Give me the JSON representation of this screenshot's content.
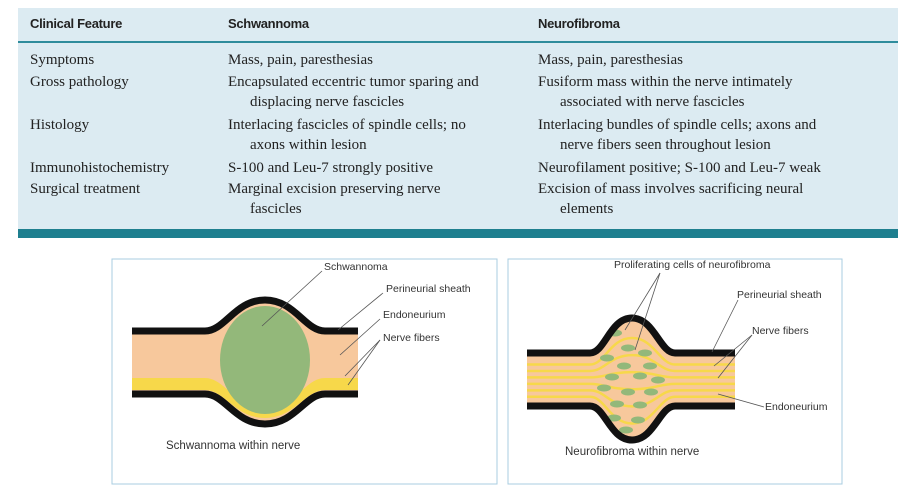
{
  "table": {
    "headers": [
      "Clinical Feature",
      "Schwannoma",
      "Neurofibroma"
    ],
    "rows": [
      {
        "feature": "Symptoms",
        "schwannoma": [
          "Mass, pain, paresthesias"
        ],
        "neurofibroma": [
          "Mass, pain, paresthesias"
        ]
      },
      {
        "feature": "Gross pathology",
        "schwannoma": [
          "Encapsulated eccentric tumor sparing and",
          "displacing nerve fascicles"
        ],
        "neurofibroma": [
          "Fusiform mass within the nerve intimately",
          "associated with nerve fascicles"
        ]
      },
      {
        "feature": "Histology",
        "schwannoma": [
          "Interlacing fascicles of spindle cells; no",
          "axons within lesion"
        ],
        "neurofibroma": [
          "Interlacing bundles of spindle cells; axons and",
          "nerve fibers seen throughout lesion"
        ]
      },
      {
        "feature": "Immunohistochemistry",
        "schwannoma": [
          "S-100 and Leu-7 strongly positive"
        ],
        "neurofibroma": [
          "Neurofilament positive; S-100 and Leu-7 weak"
        ]
      },
      {
        "feature": "Surgical treatment",
        "schwannoma": [
          "Marginal excision preserving nerve",
          "fascicles"
        ],
        "neurofibroma": [
          "Excision of mass involves sacrificing neural",
          "elements"
        ]
      }
    ]
  },
  "diagram_left": {
    "labels": {
      "tumor": "Schwannoma",
      "sheath": "Perineurial sheath",
      "endoneurium": "Endoneurium",
      "fibers": "Nerve fibers"
    },
    "caption": "Schwannoma within nerve"
  },
  "diagram_right": {
    "labels": {
      "cells": "Proliferating cells of neurofibroma",
      "sheath": "Perineurial sheath",
      "fibers": "Nerve fibers",
      "endoneurium": "Endoneurium"
    },
    "caption": "Neurofibroma within nerve"
  },
  "colors": {
    "table_bg": "#dcebf2",
    "accent": "#1e7f8f",
    "endoneurium": "#f7c89c",
    "fibers": "#f7d84a",
    "tumor": "#93b87a"
  }
}
